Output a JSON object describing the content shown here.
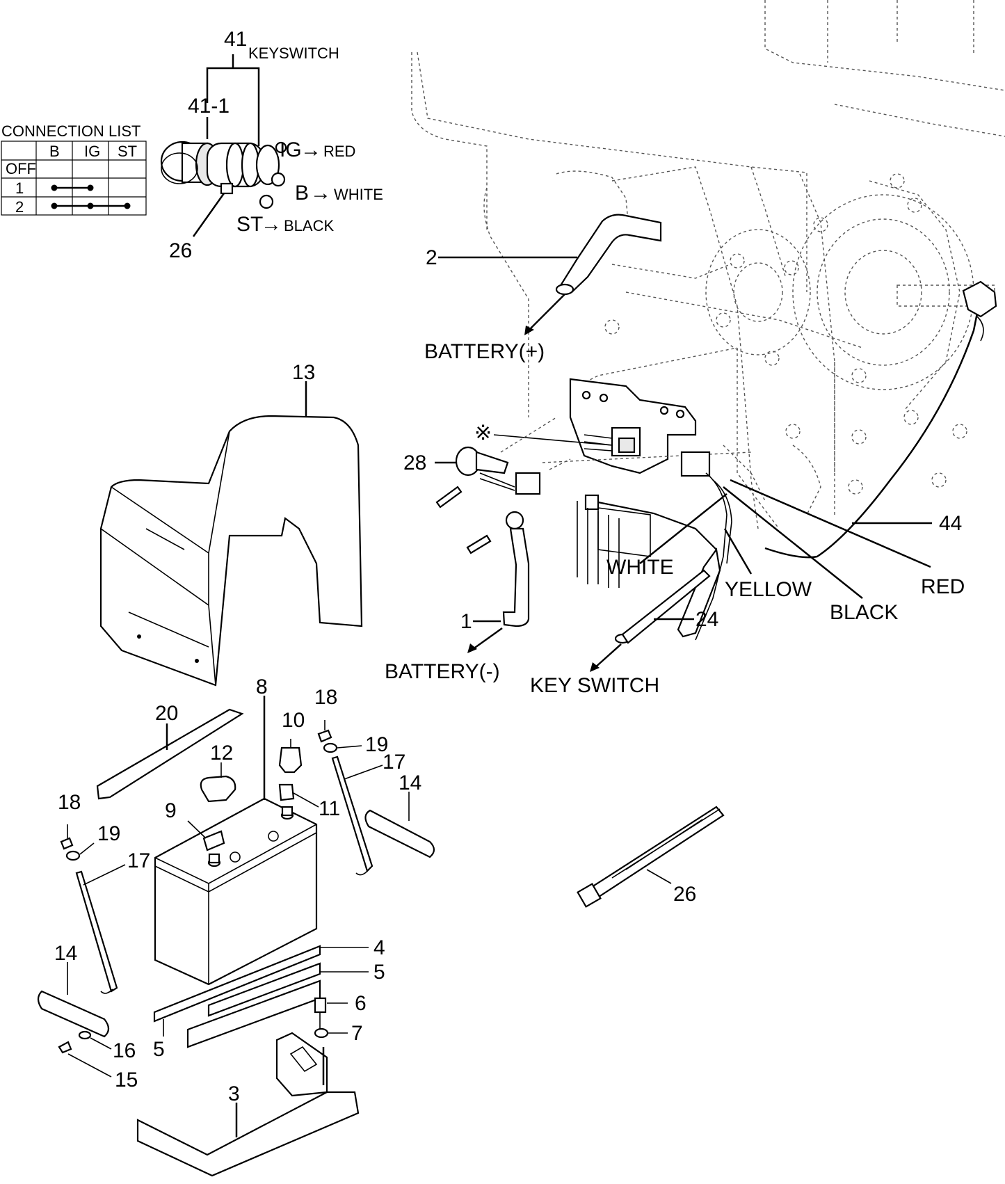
{
  "keyswitch": {
    "number": "41",
    "name": "KEYSWITCH",
    "sub_number": "41-1",
    "tie_number": "26",
    "wire_ig": "IG",
    "wire_ig_color": "RED",
    "wire_b": "B",
    "wire_b_color": "WHITE",
    "wire_st": "ST",
    "wire_st_color": "BLACK",
    "arrow": "→"
  },
  "connection_list": {
    "title": "CONNECTION LIST",
    "columns": [
      "B",
      "IG",
      "ST"
    ],
    "rows": [
      {
        "label": "OFF",
        "connected": []
      },
      {
        "label": "1",
        "connected": [
          "B",
          "IG"
        ]
      },
      {
        "label": "2",
        "connected": [
          "B",
          "IG",
          "ST"
        ]
      }
    ]
  },
  "engine_area": {
    "callouts": [
      "2",
      "28",
      "1",
      "24",
      "44"
    ],
    "battery_plus": "BATTERY(+)",
    "battery_minus": "BATTERY(-)",
    "key_switch": "KEY SWITCH",
    "special_mark": "※",
    "wire_colors": [
      "WHITE",
      "YELLOW",
      "BLACK",
      "RED"
    ]
  },
  "battery_assembly": {
    "callouts": [
      "13",
      "20",
      "8",
      "18",
      "10",
      "19",
      "12",
      "17",
      "14",
      "11",
      "9",
      "18",
      "19",
      "17",
      "14",
      "4",
      "5",
      "6",
      "5",
      "7",
      "16",
      "15",
      "3"
    ]
  },
  "cable_tie": {
    "number": "26"
  }
}
